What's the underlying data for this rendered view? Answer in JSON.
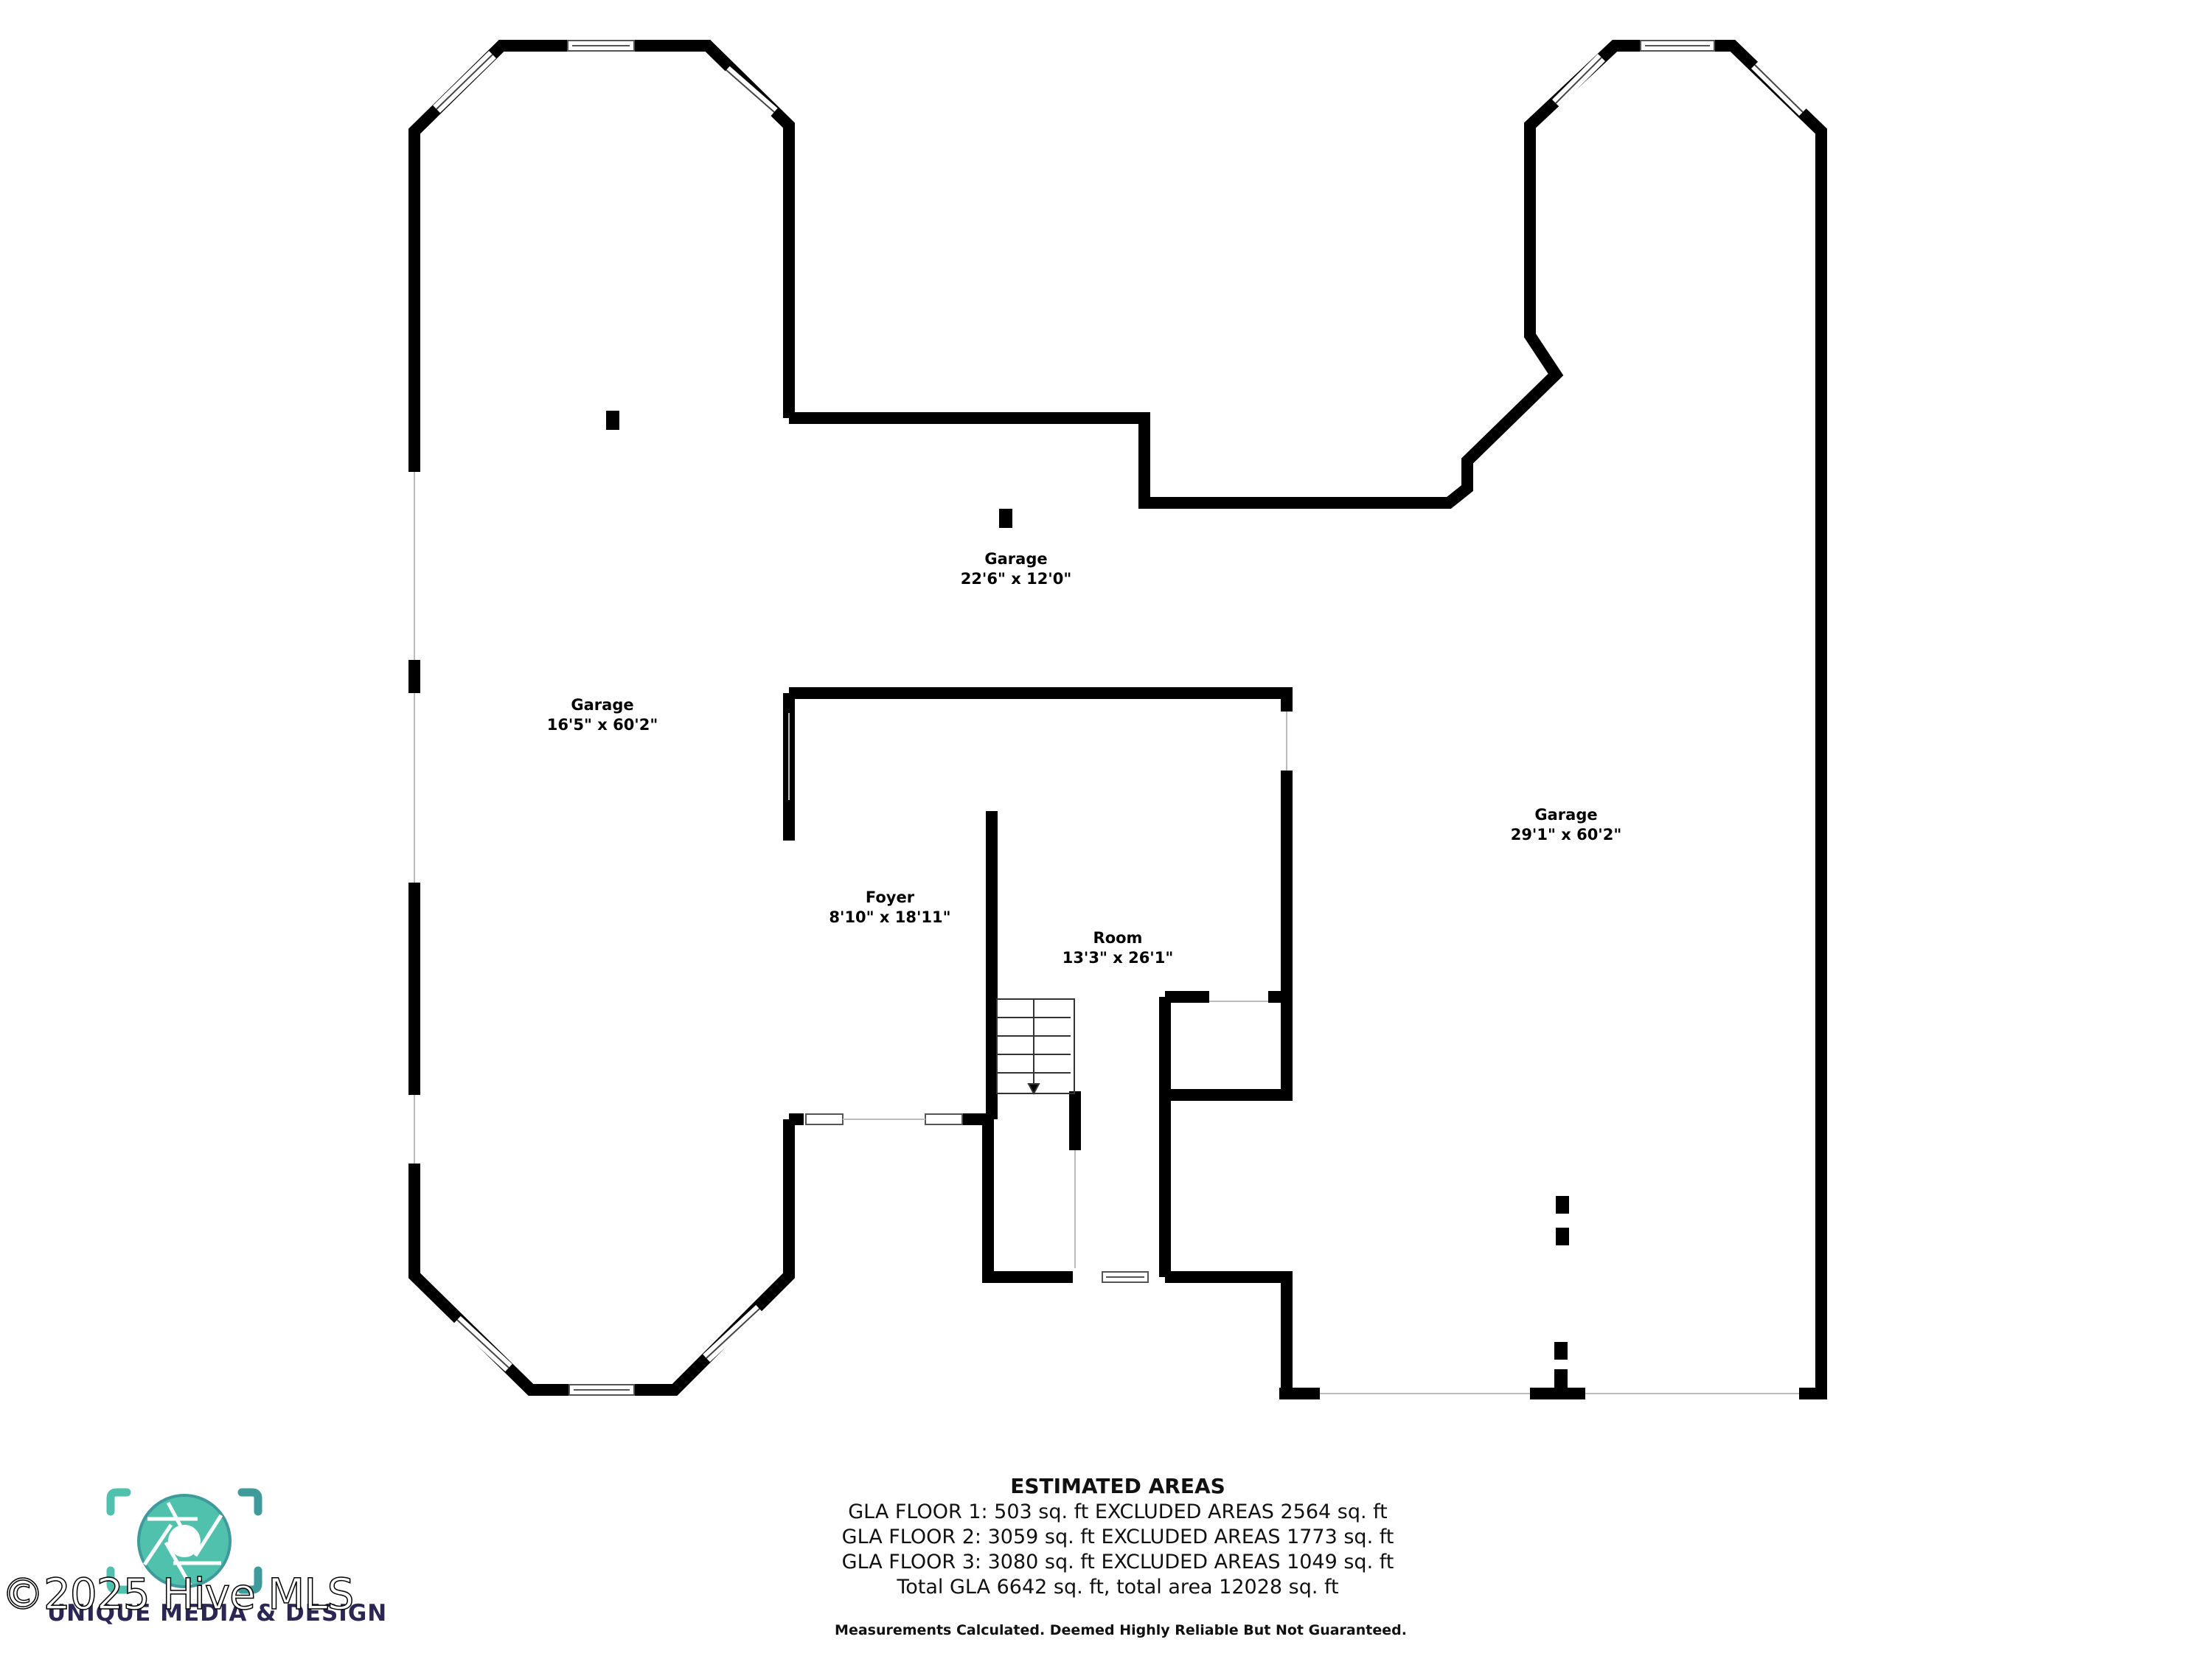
{
  "floorplan": {
    "rooms": [
      {
        "name": "Garage",
        "dims": "16'5\" x 60'2\""
      },
      {
        "name": "Garage",
        "dims": "22'6\" x 12'0\""
      },
      {
        "name": "Garage",
        "dims": "29'1\" x 60'2\""
      },
      {
        "name": "Foyer",
        "dims": "8'10\" x 18'11\""
      },
      {
        "name": "Room",
        "dims": "13'3\" x 26'1\""
      }
    ]
  },
  "estimated_areas": {
    "title": "ESTIMATED AREAS",
    "lines": [
      "GLA FLOOR 1: 503 sq. ft EXCLUDED AREAS 2564 sq. ft",
      "GLA FLOOR 2: 3059 sq. ft EXCLUDED AREAS 1773 sq. ft",
      "GLA FLOOR 3: 3080 sq. ft EXCLUDED AREAS 1049 sq. ft",
      "Total GLA 6642 sq. ft, total area 12028 sq. ft"
    ]
  },
  "disclaimer": "Measurements Calculated. Deemed Highly Reliable But Not Guaranteed.",
  "logo": {
    "icon": "camera-aperture-icon",
    "text": "UNIQUE MEDIA & DESIGN",
    "colors": {
      "teal_light": "#4fc1ad",
      "teal_dark": "#3f9a9b",
      "navy": "#2b2752"
    }
  },
  "watermark": "©2025 Hive MLS"
}
